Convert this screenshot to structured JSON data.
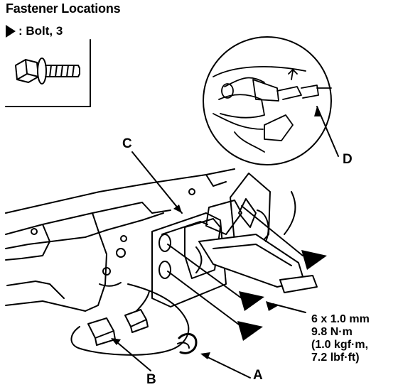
{
  "title": "Fastener Locations",
  "legend": {
    "symbol": "filled-triangle-icon",
    "text": ": Bolt, 3"
  },
  "labels": {
    "a": "A",
    "b": "B",
    "c": "C",
    "d": "D"
  },
  "spec": {
    "line1": "6 x 1.0 mm",
    "line2": "9.8 N·m",
    "line3": "(1.0 kgf·m,",
    "line4": "7.2 lbf·ft)"
  }
}
